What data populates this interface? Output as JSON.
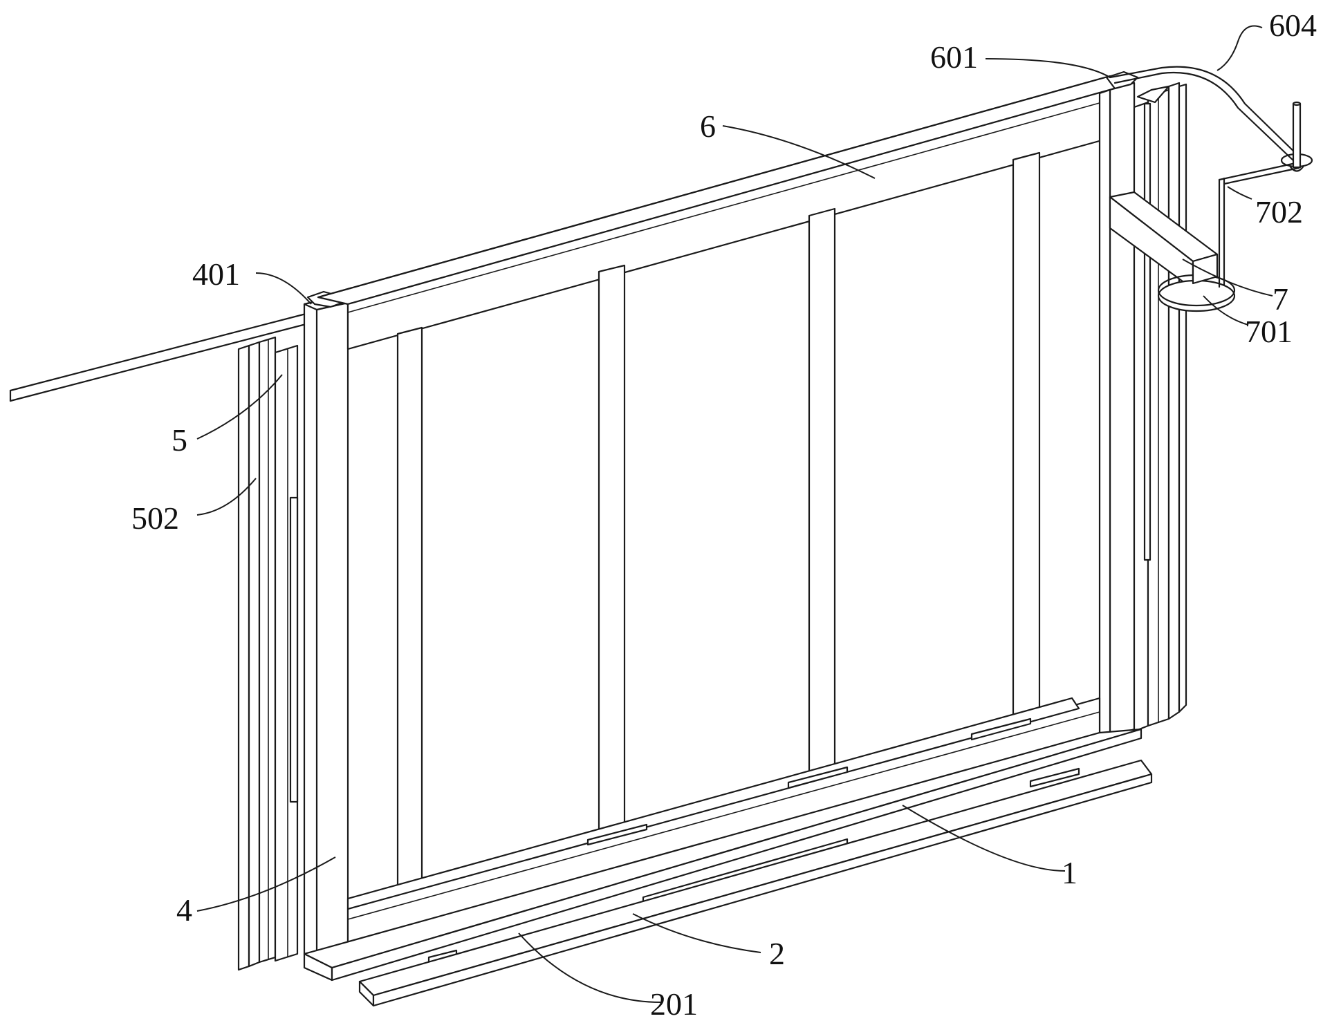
{
  "figure": {
    "labels": {
      "l604": "604",
      "l601": "601",
      "l6": "6",
      "l702": "702",
      "l401": "401",
      "l7": "7",
      "l701": "701",
      "l5": "5",
      "l502": "502",
      "l1": "1",
      "l4": "4",
      "l2": "2",
      "l201": "201"
    },
    "colors": {
      "line": "#1a1a1a",
      "background": "#ffffff"
    }
  }
}
